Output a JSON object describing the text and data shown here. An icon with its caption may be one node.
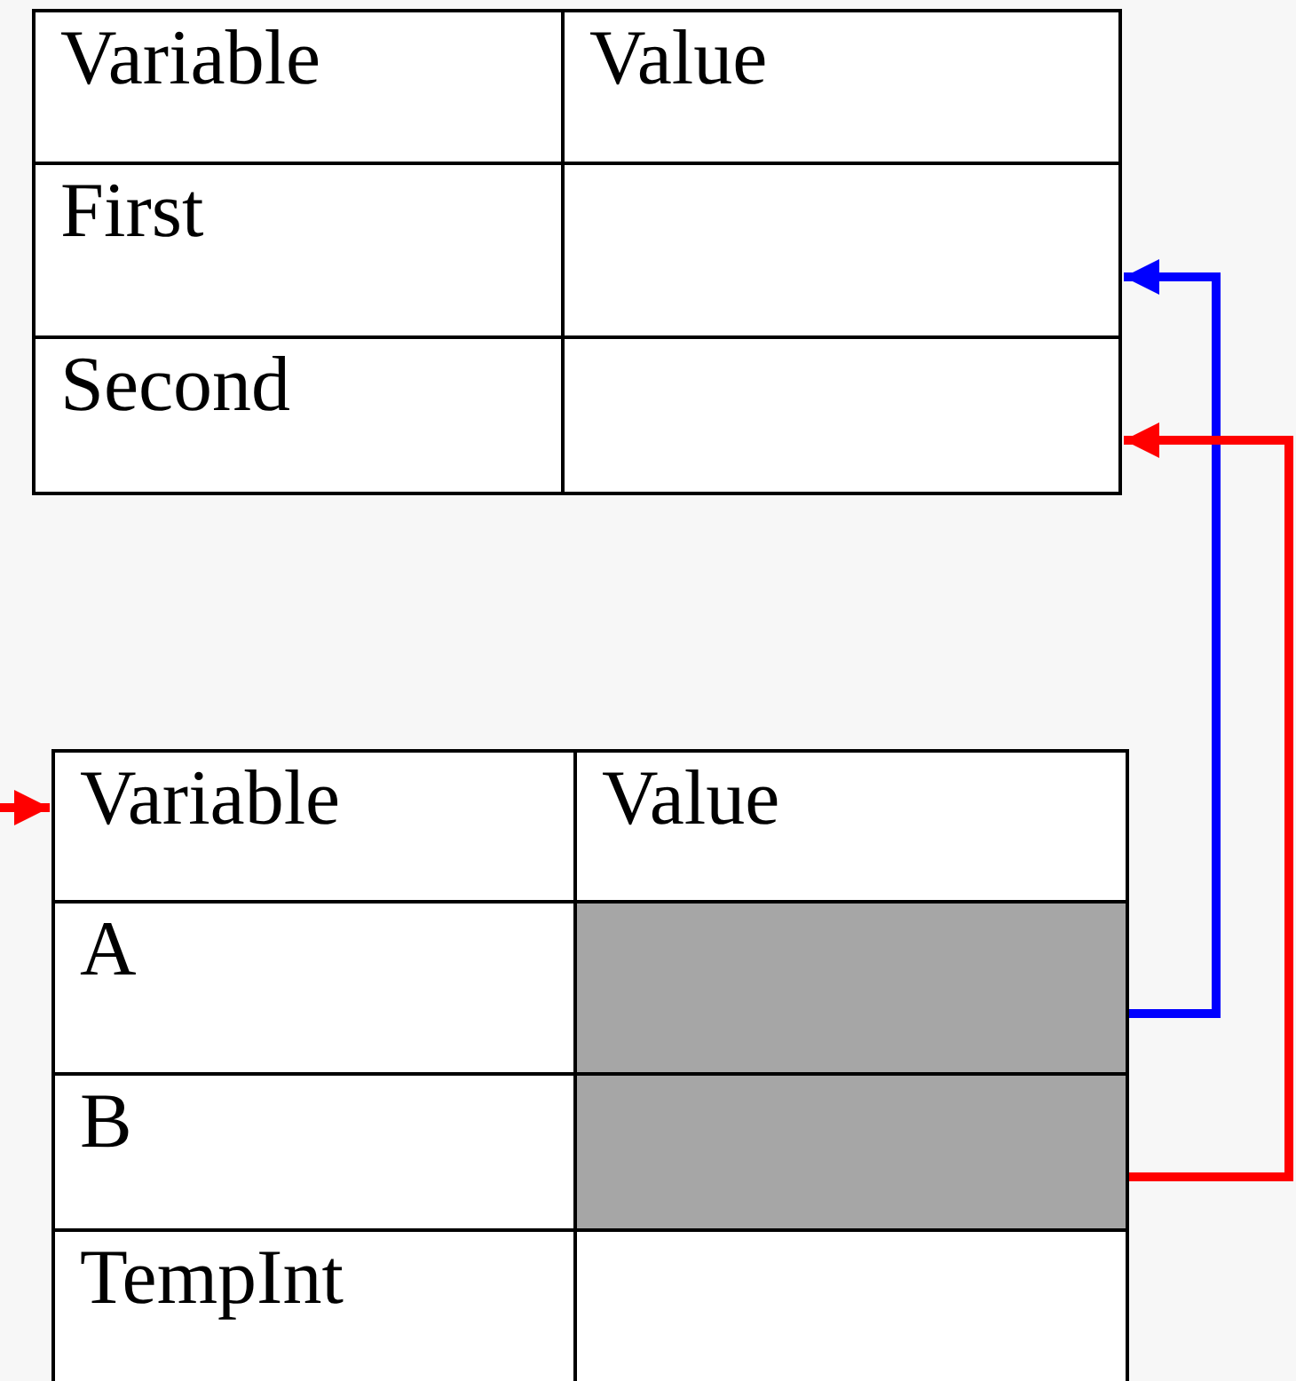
{
  "diagram": {
    "nodes": [
      {
        "text": [],
        "shape": "box"
      },
      {
        "text": [],
        "shape": "box"
      },
      {
        "text": [],
        "shape": "box"
      },
      {
        "text": [],
        "shape": "box"
      },
      {
        "text": [
          "Variable"
        ]
      }
    ],
    "edges": [
      {
        "from": 2,
        "to": 0,
        "arrow": "to",
        "color": "#0000ff"
      },
      {
        "from": 3,
        "to": 1,
        "arrow": "to",
        "color": "#ff0000"
      },
      {
        "from": null,
        "to": 4,
        "arrow": "to",
        "color": "#ff0000"
      }
    ],
    "labels": [
      "Variable",
      "Value",
      "First",
      "Second",
      "Value",
      "A",
      "B",
      "TempInt"
    ]
  }
}
